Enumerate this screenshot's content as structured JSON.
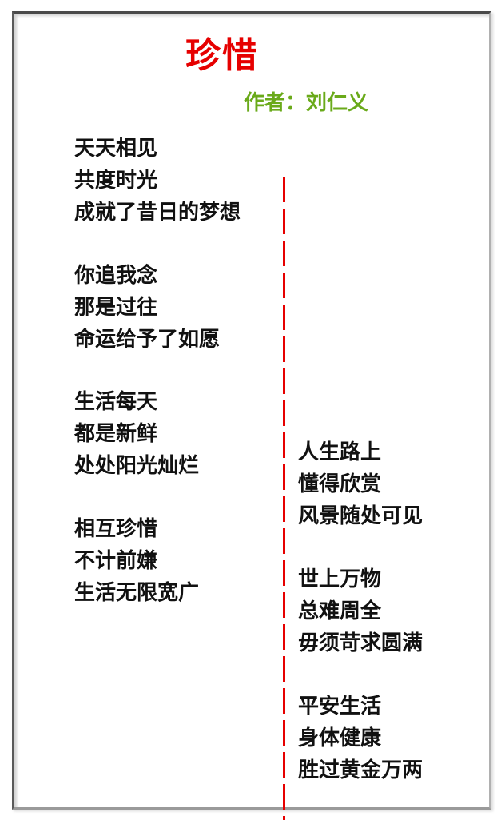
{
  "poem": {
    "title": "珍惜",
    "author": "作者：刘仁义",
    "colors": {
      "title": "#e60000",
      "author": "#6aaa1a",
      "text": "#111111",
      "divider": "#e60000"
    },
    "left_column": [
      {
        "lines": [
          "天天相见",
          "共度时光",
          "成就了昔日的梦想"
        ]
      },
      {
        "lines": [
          "你追我念",
          "那是过往",
          "命运给予了如愿"
        ]
      },
      {
        "lines": [
          "生活每天",
          "都是新鲜",
          "处处阳光灿烂"
        ]
      },
      {
        "lines": [
          "相互珍惜",
          "不计前嫌",
          "生活无限宽广"
        ]
      }
    ],
    "right_column": [
      {
        "lines": [
          "人生路上",
          "懂得欣赏",
          "风景随处可见"
        ]
      },
      {
        "lines": [
          "世上万物",
          "总难周全",
          "毋须苛求圆满"
        ]
      },
      {
        "lines": [
          "平安生活",
          "身体健康",
          "胜过黄金万两"
        ]
      }
    ]
  }
}
